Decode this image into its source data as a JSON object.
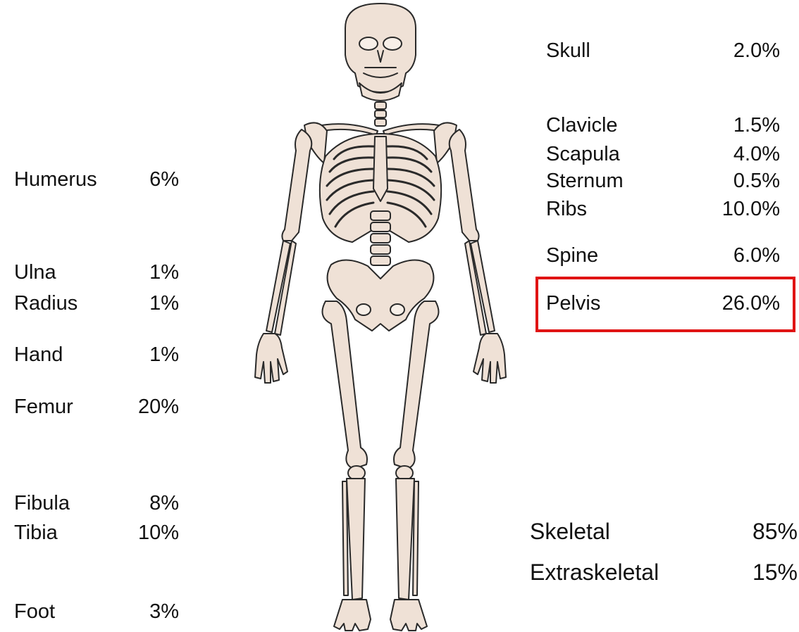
{
  "left_labels": [
    {
      "name": "Humerus",
      "value": "6%"
    },
    {
      "name": "Ulna",
      "value": "1%"
    },
    {
      "name": "Radius",
      "value": "1%"
    },
    {
      "name": "Hand",
      "value": "1%"
    },
    {
      "name": "Femur",
      "value": "20%"
    },
    {
      "name": "Fibula",
      "value": "8%"
    },
    {
      "name": "Tibia",
      "value": "10%"
    },
    {
      "name": "Foot",
      "value": "3%"
    }
  ],
  "right_labels": [
    {
      "name": "Skull",
      "value": "2.0%"
    },
    {
      "name": "Clavicle",
      "value": "1.5%"
    },
    {
      "name": "Scapula",
      "value": "4.0%"
    },
    {
      "name": "Sternum",
      "value": "0.5%"
    },
    {
      "name": "Ribs",
      "value": "10.0%"
    },
    {
      "name": "Spine",
      "value": "6.0%"
    },
    {
      "name": "Pelvis",
      "value": "26.0%"
    }
  ],
  "totals": [
    {
      "name": "Skeletal",
      "value": "85%"
    },
    {
      "name": "Extraskeletal",
      "value": "15%"
    }
  ],
  "highlighted": "Pelvis",
  "colors": {
    "bone_fill": "#efe1d6",
    "bone_stroke": "#2a2a2a",
    "highlight": "#e01414",
    "text": "#111111"
  }
}
